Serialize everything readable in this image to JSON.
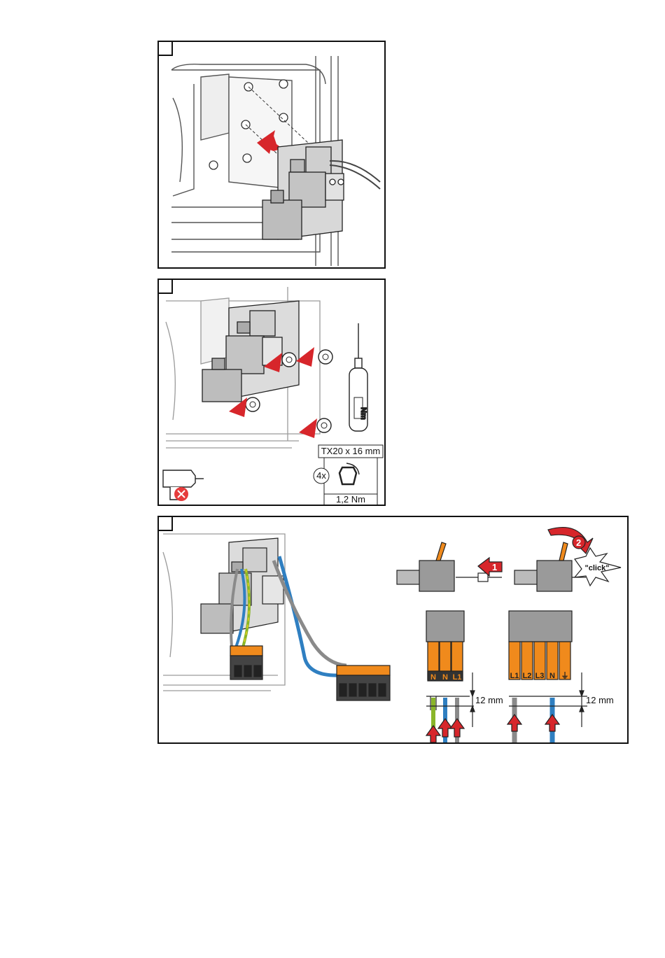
{
  "panels": [
    {
      "id": "step-1"
    },
    {
      "id": "step-2"
    },
    {
      "id": "step-3"
    }
  ],
  "tool_spec": {
    "bit": "TX20 x 16 mm",
    "count": "4x",
    "torque": "1,2 Nm",
    "driver_unit": "Nm"
  },
  "connector_steps": {
    "insert_number": "1",
    "lever_number": "2",
    "click_text": "\"click\""
  },
  "terminals": {
    "left": [
      "N",
      "N",
      "L1"
    ],
    "right": [
      "L1",
      "L2",
      "L3",
      "N",
      "⏚"
    ]
  },
  "strip_length": {
    "left": "12 mm",
    "right": "12 mm"
  },
  "colors": {
    "arrow_red": "#d7262b",
    "orange": "#f08a1c",
    "blue": "#2f7fc1",
    "green_yellow": "#8ab52a",
    "grey": "#8a8a8a"
  }
}
